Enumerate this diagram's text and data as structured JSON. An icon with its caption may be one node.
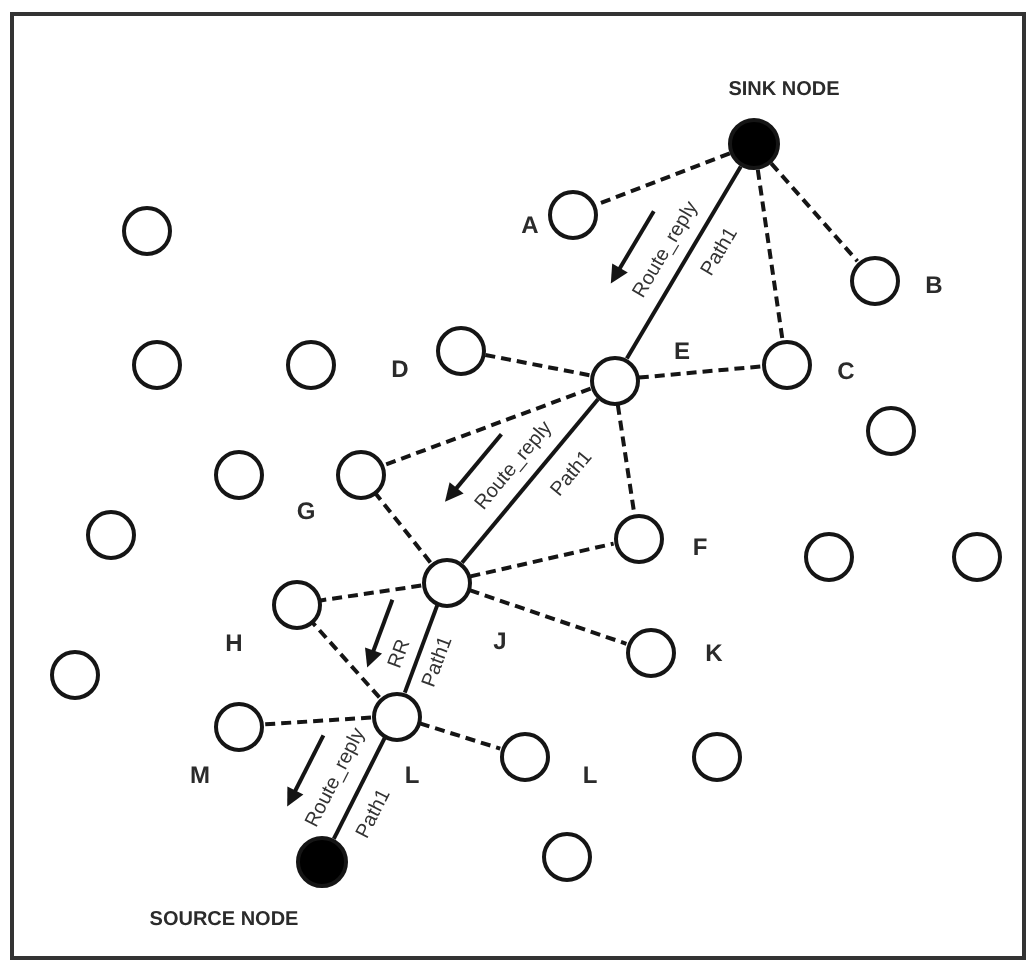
{
  "diagram": {
    "nodes": [
      {
        "text": [],
        "shape": "circle",
        "beside": [
          "SINK NODE"
        ]
      },
      {
        "text": [],
        "shape": "circle",
        "beside": [
          "A"
        ]
      },
      {
        "text": [],
        "shape": "circle"
      },
      {
        "text": [],
        "shape": "circle",
        "beside": [
          "B"
        ]
      },
      {
        "text": [],
        "shape": "circle",
        "beside": [
          "D"
        ]
      },
      {
        "text": [],
        "shape": "circle"
      },
      {
        "text": [],
        "shape": "circle"
      },
      {
        "text": [],
        "shape": "circle",
        "beside": [
          "C"
        ]
      },
      {
        "text": [],
        "shape": "circle",
        "beside": [
          "E"
        ]
      },
      {
        "text": [],
        "shape": "circle"
      },
      {
        "text": [],
        "shape": "circle"
      },
      {
        "text": [],
        "shape": "circle",
        "beside": [
          "G"
        ]
      },
      {
        "text": [],
        "shape": "circle"
      },
      {
        "text": [],
        "shape": "circle",
        "beside": [
          "F"
        ]
      },
      {
        "text": [],
        "shape": "circle"
      },
      {
        "text": [],
        "shape": "circle"
      },
      {
        "text": [],
        "shape": "circle",
        "beside": [
          "J"
        ]
      },
      {
        "text": [],
        "shape": "circle",
        "beside": [
          "H"
        ]
      },
      {
        "text": [],
        "shape": "circle",
        "beside": [
          "K"
        ]
      },
      {
        "text": [],
        "shape": "circle"
      },
      {
        "text": [],
        "shape": "circle",
        "beside": [
          "L"
        ]
      },
      {
        "text": [],
        "shape": "circle",
        "beside": [
          "M"
        ]
      },
      {
        "text": [],
        "shape": "circle",
        "beside": [
          "L"
        ]
      },
      {
        "text": [],
        "shape": "circle"
      },
      {
        "text": [],
        "shape": "circle"
      },
      {
        "text": [],
        "shape": "circle",
        "beside": [
          "SOURCE NODE"
        ]
      }
    ],
    "edges": [
      {
        "from": 0,
        "to": 1,
        "arrow": "none",
        "style": "dashed"
      },
      {
        "from": 0,
        "to": 8,
        "arrow": "none",
        "label": "Path1"
      },
      {
        "from": 0,
        "to": 7,
        "arrow": "none",
        "style": "dashed"
      },
      {
        "from": 0,
        "to": 3,
        "arrow": "none",
        "style": "dashed"
      },
      {
        "from": 8,
        "to": 4,
        "arrow": "none",
        "style": "dashed"
      },
      {
        "from": 8,
        "to": 7,
        "arrow": "none",
        "style": "dashed"
      },
      {
        "from": 8,
        "to": 11,
        "arrow": "none",
        "style": "dashed"
      },
      {
        "from": 8,
        "to": 16,
        "arrow": "none",
        "label": "Path1"
      },
      {
        "from": 8,
        "to": 13,
        "arrow": "none",
        "style": "dashed"
      },
      {
        "from": 16,
        "to": 11,
        "arrow": "none",
        "style": "dashed"
      },
      {
        "from": 16,
        "to": 17,
        "arrow": "none",
        "style": "dashed"
      },
      {
        "from": 16,
        "to": 13,
        "arrow": "none",
        "style": "dashed"
      },
      {
        "from": 16,
        "to": 18,
        "arrow": "none",
        "style": "dashed"
      },
      {
        "from": 16,
        "to": 20,
        "arrow": "none",
        "label": "Path1"
      },
      {
        "from": 20,
        "to": 17,
        "arrow": "none",
        "style": "dashed"
      },
      {
        "from": 20,
        "to": 21,
        "arrow": "none",
        "style": "dashed"
      },
      {
        "from": 20,
        "to": 22,
        "arrow": "none",
        "style": "dashed"
      },
      {
        "from": 20,
        "to": 25,
        "arrow": "none",
        "label": "Path1"
      }
    ],
    "labels": [
      "Route_reply",
      "Route_reply",
      "RR",
      "Route_reply"
    ]
  }
}
